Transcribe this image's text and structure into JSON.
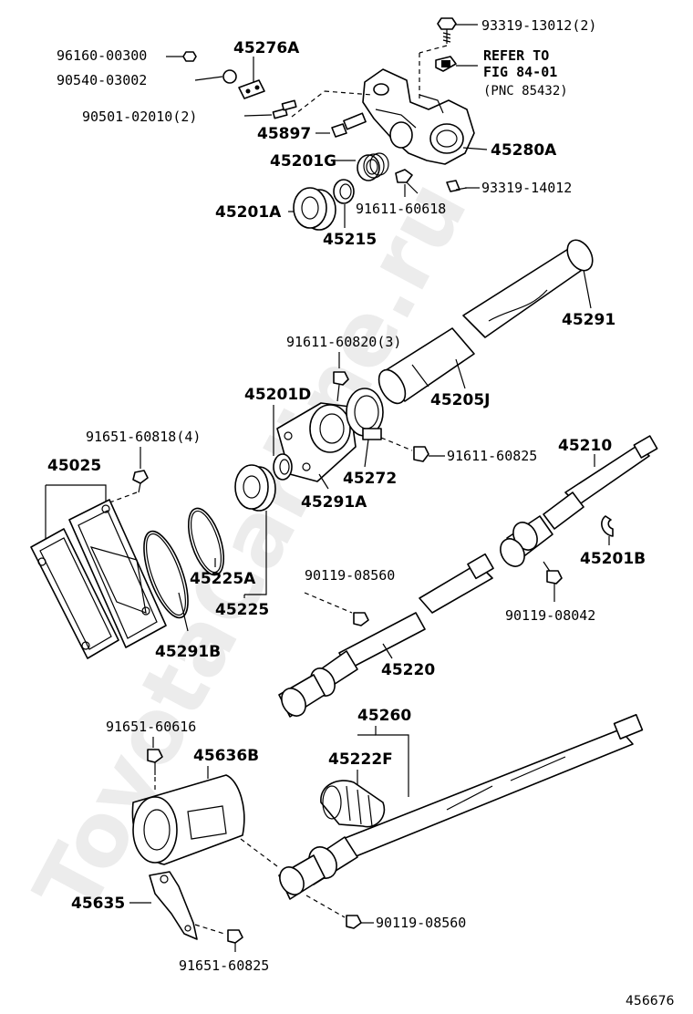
{
  "watermark": "ToyotaCarline.ru",
  "figure_id": "456676",
  "refer_note": {
    "line1": "REFER TO",
    "line2": "FIG 84-01",
    "line3": "(PNC 85432)"
  },
  "labels": {
    "p93319_13012": "93319-13012(2)",
    "p96160_00300": "96160-00300",
    "p45276A": "45276A",
    "p90540_03002": "90540-03002",
    "p90501_02010": "90501-02010(2)",
    "p45897": "45897",
    "p45280A": "45280A",
    "p45201G": "45201G",
    "p93319_14012": "93319-14012",
    "p45201A": "45201A",
    "p91611_60618": "91611-60618",
    "p45215": "45215",
    "p45291": "45291",
    "p91611_60820": "91611-60820(3)",
    "p45201D": "45201D",
    "p45205J": "45205J",
    "p91651_60818": "91651-60818(4)",
    "p91611_60825": "91611-60825",
    "p45210": "45210",
    "p45025": "45025",
    "p45272": "45272",
    "p45291A": "45291A",
    "p45201B": "45201B",
    "p45225A": "45225A",
    "p90119_08560_a": "90119-08560",
    "p45225": "45225",
    "p90119_08042": "90119-08042",
    "p45291B": "45291B",
    "p45220": "45220",
    "p45260": "45260",
    "p91651_60616": "91651-60616",
    "p45636B": "45636B",
    "p45222F": "45222F",
    "p45635": "45635",
    "p90119_08560_b": "90119-08560",
    "p91651_60825": "91651-60825"
  }
}
